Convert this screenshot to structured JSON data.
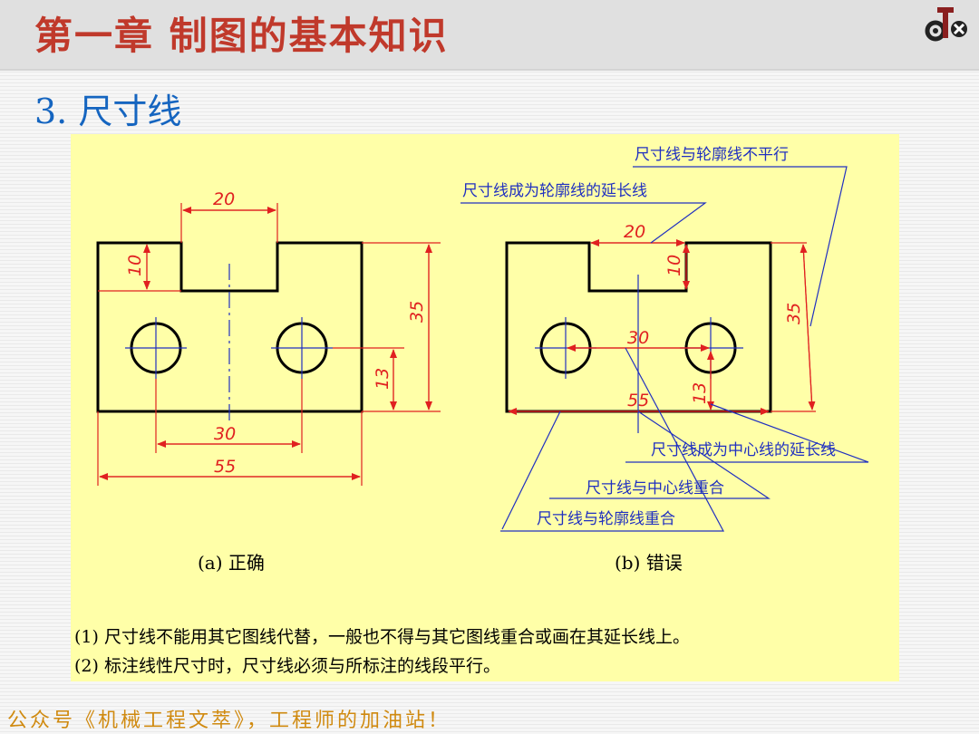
{
  "header": {
    "title": "第一章 制图的基本知识"
  },
  "section": {
    "subtitle": "3. 尺寸线"
  },
  "figure": {
    "correct": {
      "caption": "(a) 正确",
      "dim_20": "20",
      "dim_10": "10",
      "dim_35": "35",
      "dim_13": "13",
      "dim_30": "30",
      "dim_55": "55"
    },
    "wrong": {
      "caption": "(b) 错误",
      "dim_20": "20",
      "dim_10": "10",
      "dim_35": "35",
      "dim_13": "13",
      "dim_30": "30",
      "dim_55": "55",
      "notes": {
        "not_parallel": "尺寸线与轮廓线不平行",
        "extension_of_outline": "尺寸线成为轮廓线的延长线",
        "extension_of_center": "尺寸线成为中心线的延长线",
        "overlap_center": "尺寸线与中心线重合",
        "overlap_outline": "尺寸线与轮廓线重合"
      }
    },
    "rules": [
      "(1) 尺寸线不能用其它图线代替，一般也不得与其它图线重合或画在其延长线上。",
      "(2) 标注线性尺寸时，尺寸线必须与所标注的线段平行。"
    ]
  },
  "footer": {
    "text": "公众号《机械工程文萃》，工程师的加油站！"
  },
  "colors": {
    "title": "#c0392b",
    "subtitle": "#1565c0",
    "dimension": "#e02020",
    "annotation": "#2030c0",
    "panel": "#ffffa8",
    "footer": "#d08a10"
  },
  "logo": {
    "icon": "logo-icon"
  }
}
